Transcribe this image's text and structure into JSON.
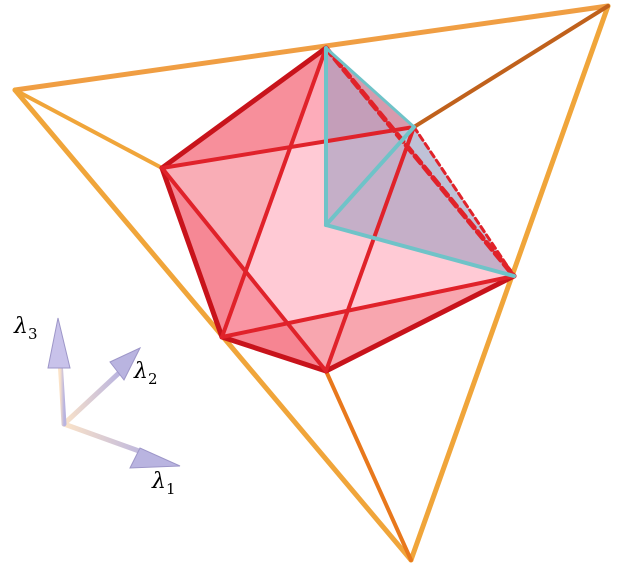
{
  "figure": {
    "axes": [
      {
        "symbol": "λ",
        "index": "1"
      },
      {
        "symbol": "λ",
        "index": "2"
      },
      {
        "symbol": "λ",
        "index": "3"
      }
    ],
    "colors": {
      "tetrahedron_edge": "#f0a53a",
      "tetrahedron_edge_dark": "#e8781c",
      "octahedron_edge": "#e0222a",
      "octahedron_face": "#f46a7a",
      "octahedron_inner_face": "#ff9fb3",
      "highlight_edge": "#6fc3c8",
      "highlight_face": "#7f8fb8",
      "arrow_color": "#b9b4e0"
    }
  }
}
